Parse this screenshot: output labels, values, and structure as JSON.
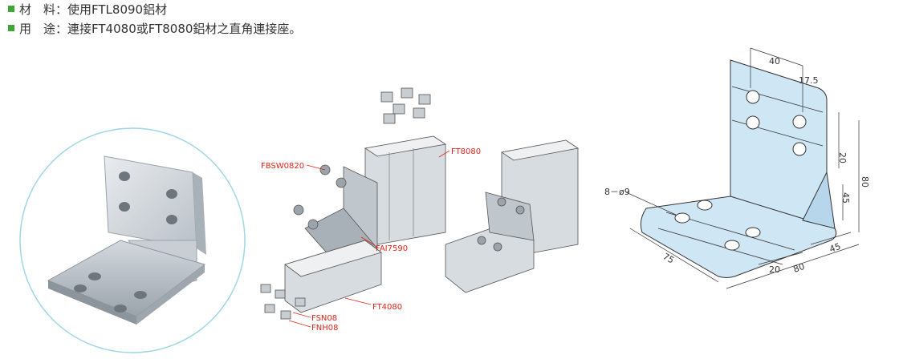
{
  "specs": [
    {
      "key": "材　料",
      "sep": "：",
      "value": "使用FTL8090鋁材"
    },
    {
      "key": "用　途",
      "sep": "：",
      "value": "連接FT4080或FT8080鋁材之直角連接座。"
    }
  ],
  "colors": {
    "bullet": "#3fa535",
    "callout": "#e2231a",
    "drawing_fill": "#cfe6f5"
  },
  "assembly_labels": {
    "fbsw": "FBSW0820",
    "ft8080": "FT8080",
    "fai": "FAI7590",
    "ft4080": "FT4080",
    "fsn": "FSN08",
    "fnh": "FNH08"
  },
  "dimensions": {
    "hole": "8－ø9",
    "d40": "40",
    "d17_5": "17.5",
    "d20_top": "20",
    "d80_right": "80",
    "d45_right": "45",
    "d75": "75",
    "d20_bottom": "20",
    "d45_bottom": "45",
    "d80_bottom": "80"
  }
}
